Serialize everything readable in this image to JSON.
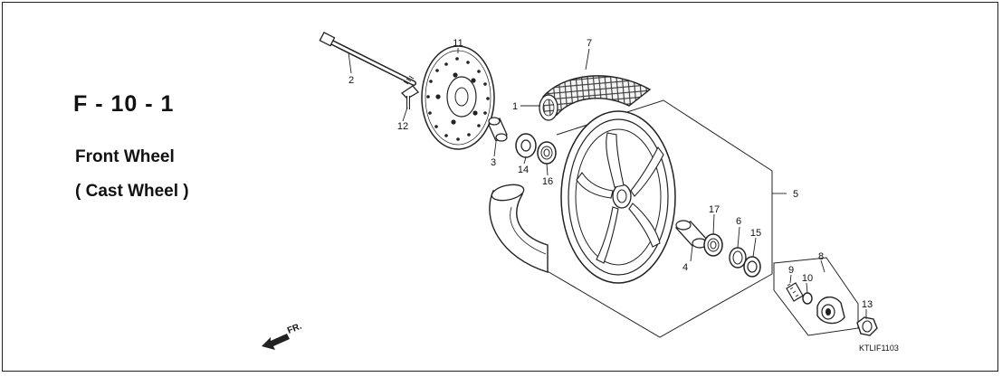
{
  "section_code": "F - 10 - 1",
  "title_line1": "Front Wheel",
  "title_line2": "( Cast Wheel )",
  "direction_label": "FR.",
  "figure_code": "KTLIF1103",
  "callouts": [
    "1",
    "2",
    "3",
    "4",
    "5",
    "6",
    "7",
    "8",
    "9",
    "10",
    "11",
    "12",
    "13",
    "14",
    "15",
    "16",
    "17"
  ],
  "colors": {
    "line": "#222222",
    "background": "#ffffff"
  }
}
